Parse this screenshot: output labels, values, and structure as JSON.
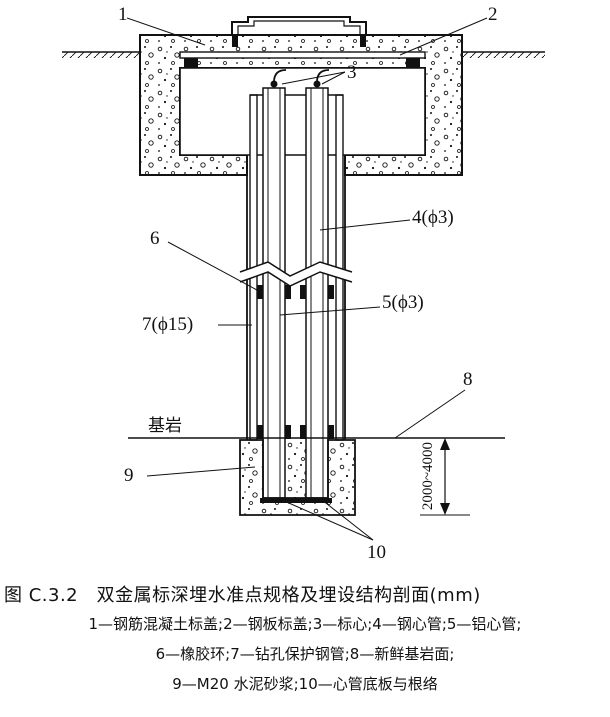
{
  "diagram": {
    "labels": {
      "n1": "1",
      "n2": "2",
      "n3": "3",
      "n4": "4(ϕ3)",
      "n5": "5(ϕ3)",
      "n6": "6",
      "n7": "7(ϕ15)",
      "n8": "8",
      "n9": "9",
      "n10": "10",
      "bedrock": "基岩",
      "depth": "2000~4000"
    }
  },
  "caption": {
    "title": "图 C.3.2　双金属标深埋水准点规格及埋设结构剖面(mm)",
    "line1": "1—钢筋混凝土标盖;2—钢板标盖;3—标心;4—钢心管;5—铝心管;",
    "line2": "6—橡胶环;7—钻孔保护钢管;8—新鲜基岩面;",
    "line3": "9—M20 水泥砂浆;10—心管底板与根络"
  },
  "colors": {
    "ink": "#111111",
    "paper": "#ffffff"
  }
}
